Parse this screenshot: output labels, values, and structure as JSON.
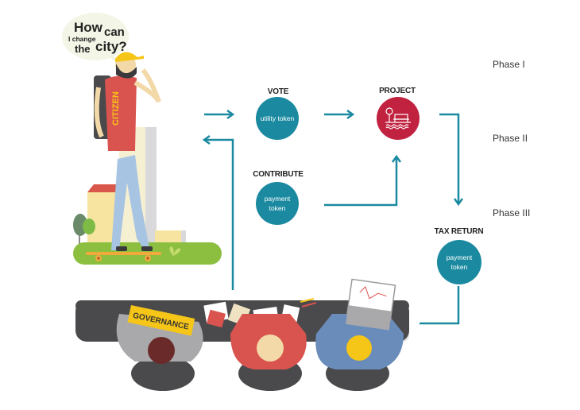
{
  "speech_bubble": {
    "line1a": "How",
    "line1b": "can",
    "line2": "I change",
    "line3a": "the",
    "line3b": "city?"
  },
  "citizen": {
    "shirt_label": "CITIZEN"
  },
  "nodes": {
    "vote": {
      "title": "VOTE",
      "text": "utility token"
    },
    "contribute": {
      "title": "CONTRIBUTE",
      "text_line1": "payment",
      "text_line2": "token"
    },
    "project": {
      "title": "PROJECT",
      "icon": "park-bench-tree-icon"
    },
    "tax_return": {
      "title": "TAX RETURN",
      "text_line1": "payment",
      "text_line2": "token"
    }
  },
  "phases": [
    "Phase I",
    "Phase II",
    "Phase III"
  ],
  "governance": {
    "label": "GOVERNANCE"
  },
  "colors": {
    "teal": "#1b8aa0",
    "project_red": "#c0223f",
    "arrow": "#1b8aa0",
    "table": "#4a4a4c",
    "grass": "#8cbf3f"
  }
}
